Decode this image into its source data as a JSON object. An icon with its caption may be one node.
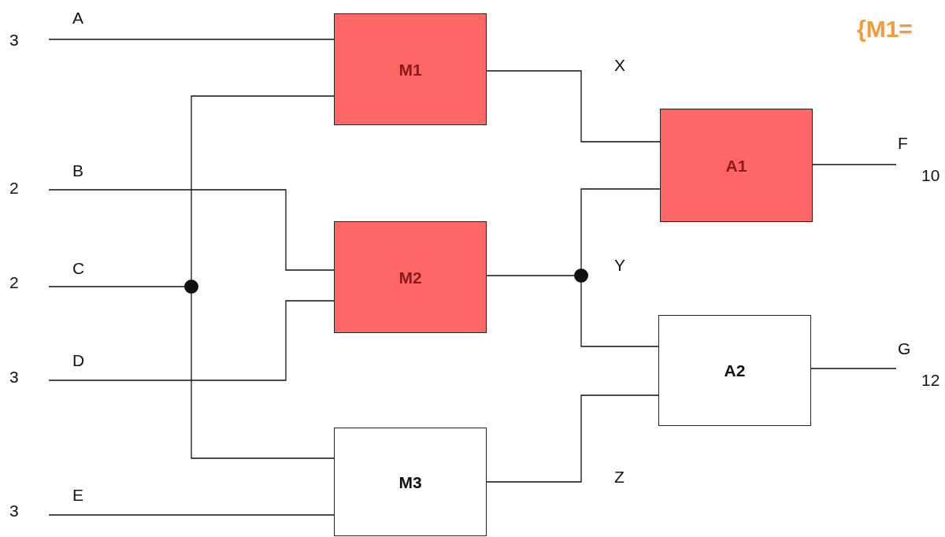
{
  "diagram": {
    "nodes": [
      {
        "text": [
          "M1"
        ]
      },
      {
        "text": [
          "M2"
        ]
      },
      {
        "text": [
          "M3"
        ]
      },
      {
        "text": [
          "A1"
        ]
      },
      {
        "text": [
          "A2"
        ]
      },
      {
        "text": [],
        "shape": "circle"
      },
      {
        "text": [],
        "shape": "circle",
        "beside": [
          "Y"
        ]
      }
    ],
    "edges": [
      {
        "from": null,
        "to": 0,
        "arrow": "none",
        "label": "A"
      },
      {
        "from": null,
        "to": 5,
        "arrow": "none",
        "label": "C"
      },
      {
        "from": 5,
        "to": 0,
        "arrow": "none"
      },
      {
        "from": 5,
        "to": 2,
        "arrow": "none"
      },
      {
        "from": null,
        "to": 1,
        "arrow": "none",
        "label": "B"
      },
      {
        "from": null,
        "to": 1,
        "arrow": "none",
        "label": "D"
      },
      {
        "from": null,
        "to": 2,
        "arrow": "none",
        "label": "E"
      },
      {
        "from": 0,
        "to": 3,
        "arrow": "none",
        "label": "X"
      },
      {
        "from": 1,
        "to": 6,
        "arrow": "none"
      },
      {
        "from": 6,
        "to": 3,
        "arrow": "none"
      },
      {
        "from": 6,
        "to": 4,
        "arrow": "none"
      },
      {
        "from": 2,
        "to": 4,
        "arrow": "none",
        "label": "Z"
      },
      {
        "from": 3,
        "to": null,
        "arrow": "none",
        "label": "F"
      },
      {
        "from": 4,
        "to": null,
        "arrow": "none",
        "label": "G"
      }
    ],
    "labels": [
      "3",
      "{M1=",
      "10",
      "2",
      "2",
      "3",
      "12",
      "3"
    ]
  }
}
